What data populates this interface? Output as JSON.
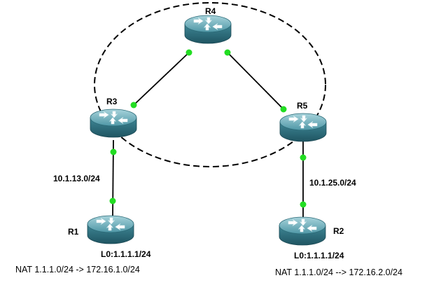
{
  "colors": {
    "link": "#000000",
    "port": "#22dd22",
    "router_top": "#5fa6b3",
    "router_side": "#2e6f7e",
    "ring": "#000000"
  },
  "routers": {
    "r4": {
      "label": "R4"
    },
    "r3": {
      "label": "R3"
    },
    "r5": {
      "label": "R5"
    },
    "r1": {
      "label": "R1"
    },
    "r2": {
      "label": "R2"
    }
  },
  "networks": {
    "r1_r3": "10.1.13.0/24",
    "r2_r5": "10.1.25.0/24"
  },
  "annotations": {
    "r1_loopback": "L0:1.1.1.1/24",
    "r2_loopback": "L0:1.1.1.1/24",
    "r1_nat": "NAT 1.1.1.0/24 -> 172.16.1.0/24",
    "r2_nat": "NAT 1.1.1.0/24 --> 172.16.2.0/24"
  }
}
